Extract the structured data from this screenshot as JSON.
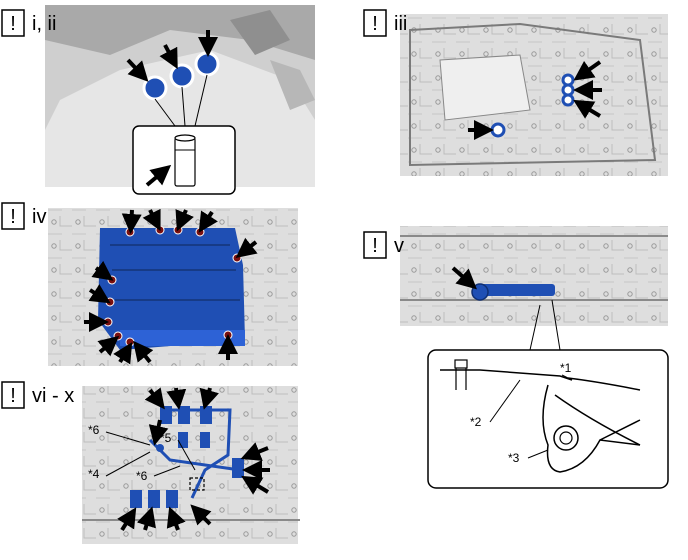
{
  "panels": [
    {
      "id": "p1",
      "step": "i, ii"
    },
    {
      "id": "p2",
      "step": "iii"
    },
    {
      "id": "p3",
      "step": "iv"
    },
    {
      "id": "p4",
      "step": "v"
    },
    {
      "id": "p5",
      "step": "vi - x"
    }
  ],
  "warning_symbol": "!",
  "callouts": {
    "c1": "*1",
    "c2": "*2",
    "c3": "*3",
    "c4": "*4",
    "c5": "*5",
    "c6a": "*6",
    "c6b": "*6"
  },
  "colors": {
    "part_blue": "#1f4fb4",
    "bolt_red": "#7a1010",
    "engine_gray": "#d9d9d9",
    "arrow": "#000000"
  }
}
